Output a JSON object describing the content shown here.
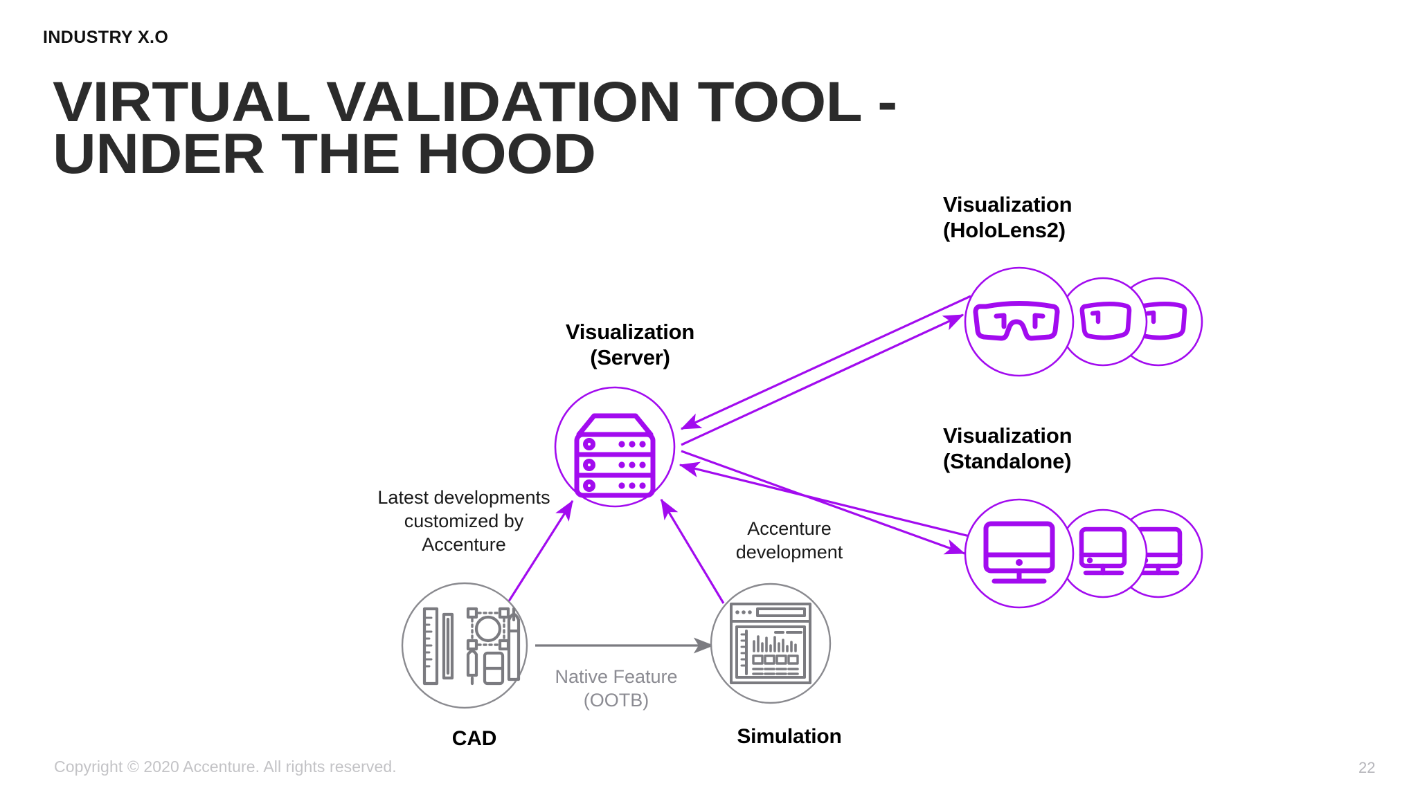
{
  "header": {
    "kicker": "INDUSTRY X.O",
    "title_line1": "VIRTUAL VALIDATION TOOL -",
    "title_line2": "UNDER THE HOOD"
  },
  "footer": {
    "copyright": "Copyright © 2020 Accenture. All rights reserved.",
    "page_number": "22"
  },
  "colors": {
    "accent_purple": "#A20BEF",
    "icon_gray": "#7b7b80",
    "title_dark": "#2b2b2b",
    "muted_gray": "#8b8b92",
    "footer_gray": "#c3c3c6",
    "background": "#ffffff"
  },
  "diagram": {
    "type": "flow-diagram",
    "nodes": [
      {
        "id": "server",
        "caption": "Visualization\n(Server)",
        "icon": "server-rack-icon",
        "color": "#A20BEF",
        "multiplicity": 1
      },
      {
        "id": "hololens",
        "caption": "Visualization\n(HoloLens2)",
        "icon": "vr-goggles-icon",
        "color": "#A20BEF",
        "multiplicity": 3
      },
      {
        "id": "standalone",
        "caption": "Visualization\n(Standalone)",
        "icon": "desktop-monitor-icon",
        "color": "#A20BEF",
        "multiplicity": 3
      },
      {
        "id": "cad",
        "caption": "CAD",
        "icon": "drafting-tools-icon",
        "color": "#7b7b80",
        "multiplicity": 1
      },
      {
        "id": "simulation",
        "caption": "Simulation",
        "icon": "analysis-window-icon",
        "color": "#7b7b80",
        "multiplicity": 1
      }
    ],
    "edges": [
      {
        "id": "cad-to-server",
        "from": "cad",
        "to": "server",
        "label": "Latest developments\ncustomized by\nAccenture",
        "color": "#A20BEF",
        "direction": "one-way"
      },
      {
        "id": "sim-to-server",
        "from": "simulation",
        "to": "server",
        "label": "Accenture\ndevelopment",
        "color": "#A20BEF",
        "direction": "one-way"
      },
      {
        "id": "cad-to-sim",
        "from": "cad",
        "to": "simulation",
        "label": "Native Feature\n(OOTB)",
        "color": "#7b7b80",
        "direction": "one-way"
      },
      {
        "id": "server-hololens",
        "from": "server",
        "to": "hololens",
        "label": "",
        "color": "#A20BEF",
        "direction": "two-way"
      },
      {
        "id": "server-standalone",
        "from": "server",
        "to": "standalone",
        "label": "",
        "color": "#A20BEF",
        "direction": "two-way"
      }
    ]
  }
}
